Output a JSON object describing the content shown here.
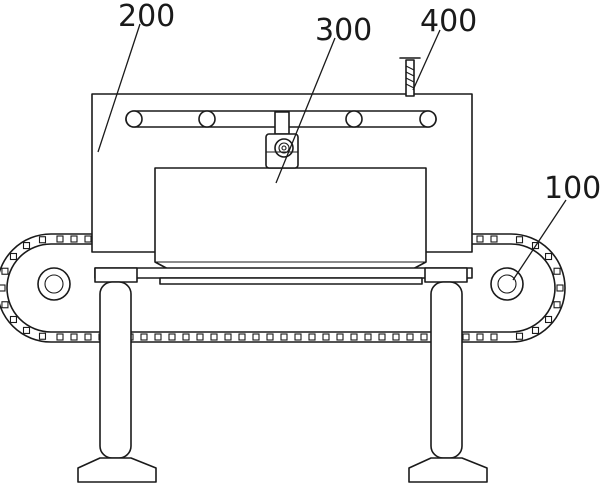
{
  "labels": {
    "frame": "200",
    "container": "300",
    "handle": "400",
    "conveyor": "100"
  },
  "colors": {
    "ink": "#1a1a1a",
    "paper": "#ffffff"
  }
}
